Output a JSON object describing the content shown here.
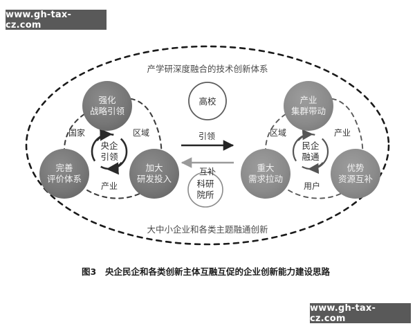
{
  "figure": {
    "caption_number": "图3",
    "caption_text": "央企民企和各类创新主体互融互促的企业创新能力建设思路",
    "outer_band_top_label": "产学研深度融合的技术创新体系",
    "outer_band_bottom_label": "大中小企业和各类主题融通创新"
  },
  "watermarks": {
    "top": "www.gh-tax-cz.com",
    "bottom": "www.gh-tax-cz.com"
  },
  "left_cluster": {
    "hub_line1": "央企",
    "hub_line2": "引领",
    "ring_labels": {
      "left": "国家",
      "right": "区域",
      "bottom": "产业"
    },
    "nodes": [
      {
        "id": "node-strengthen-strategy",
        "line1": "强化",
        "line2": "战略引领"
      },
      {
        "id": "node-improve-evaluation",
        "line1": "完善",
        "line2": "评价体系"
      },
      {
        "id": "node-increase-rd",
        "line1": "加大",
        "line2": "研发投入"
      }
    ]
  },
  "right_cluster": {
    "hub_line1": "民企",
    "hub_line2": "融通",
    "ring_labels": {
      "left": "区域",
      "right": "产业",
      "bottom": "用户"
    },
    "nodes": [
      {
        "id": "node-industry-cluster",
        "line1": "产业",
        "line2": "集群带动"
      },
      {
        "id": "node-major-demand",
        "line1": "重大",
        "line2": "需求拉动"
      },
      {
        "id": "node-resource-complement",
        "line1": "优势",
        "line2": "资源互补"
      }
    ]
  },
  "center": {
    "top_circle": "高校",
    "bottom_circle_line1": "科研",
    "bottom_circle_line2": "院所",
    "arrow_forward_label": "引领",
    "arrow_backward_label": "互补"
  },
  "colors": {
    "dark_node_fill": "#6e6e6e",
    "mid_node_fill": "#8a8a8a",
    "dashed_stroke": "#1a1a1a",
    "inner_dashed_stroke": "#3f3f3f",
    "hub_stroke": "#2a2a2a",
    "arrow_dark": "#242424",
    "arrow_light": "#9a9a9a",
    "watermark_bg": "#595959",
    "watermark_text": "#ffffff",
    "page_bg": "#ffffff"
  }
}
